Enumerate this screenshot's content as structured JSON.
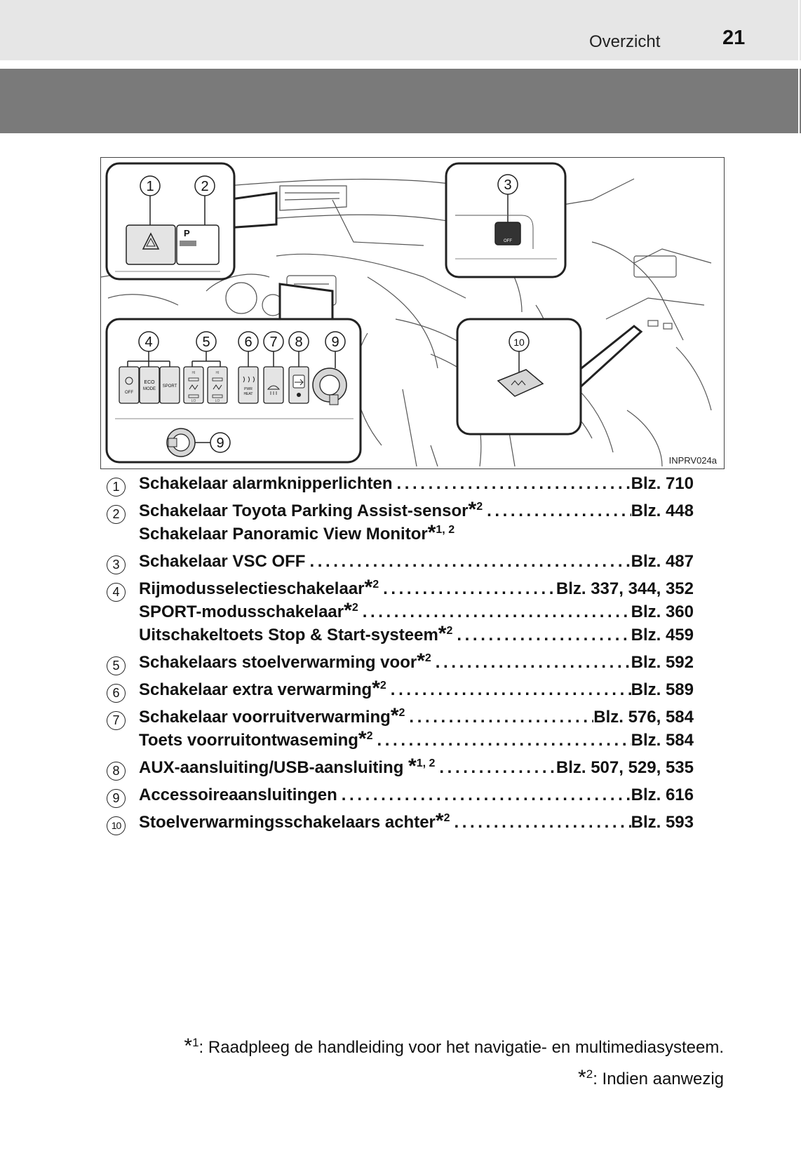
{
  "header": {
    "section_title": "Overzicht",
    "page_number": "21"
  },
  "figure": {
    "image_id_label": "INPRV024a",
    "callout_numbers": [
      "1",
      "2",
      "3",
      "4",
      "5",
      "6",
      "7",
      "8",
      "9",
      "10"
    ],
    "button_labels": {
      "parking": "P",
      "vsc": "OFF",
      "drive_off": "OFF",
      "eco_line1": "ECO",
      "eco_line2": "MODE",
      "sport": "SPORT",
      "hi": "HI",
      "lo": "LO",
      "pwr_heat_line1": "PWR",
      "pwr_heat_line2": "HEAT"
    }
  },
  "entries": [
    {
      "num": "1",
      "lines": [
        {
          "text": "Schakelaar alarmknipperlichten",
          "sup": "",
          "page": "Blz. 710"
        }
      ]
    },
    {
      "num": "2",
      "lines": [
        {
          "text": "Schakelaar Toyota Parking Assist-sensor",
          "sup": "2",
          "page": "Blz. 448"
        },
        {
          "text": "Schakelaar Panoramic View Monitor",
          "sup": "1, 2",
          "page": ""
        }
      ]
    },
    {
      "num": "3",
      "lines": [
        {
          "text": "Schakelaar VSC OFF",
          "sup": "",
          "page": "Blz. 487"
        }
      ]
    },
    {
      "num": "4",
      "lines": [
        {
          "text": "Rijmodusselectieschakelaar",
          "sup": "2",
          "page": "Blz. 337, 344, 352"
        },
        {
          "text": "SPORT-modusschakelaar",
          "sup": "2",
          "page": "Blz. 360"
        },
        {
          "text": "Uitschakeltoets Stop & Start-systeem",
          "sup": "2",
          "page": "Blz. 459"
        }
      ]
    },
    {
      "num": "5",
      "lines": [
        {
          "text": "Schakelaars stoelverwarming voor",
          "sup": "2",
          "page": "Blz. 592"
        }
      ]
    },
    {
      "num": "6",
      "lines": [
        {
          "text": "Schakelaar extra verwarming",
          "sup": "2",
          "page": "Blz. 589"
        }
      ]
    },
    {
      "num": "7",
      "lines": [
        {
          "text": "Schakelaar voorruitverwarming",
          "sup": "2",
          "page": "Blz. 576, 584"
        },
        {
          "text": "Toets voorruitontwaseming",
          "sup": "2",
          "page": "Blz. 584"
        }
      ]
    },
    {
      "num": "8",
      "lines": [
        {
          "text": "AUX-aansluiting/USB-aansluiting ",
          "sup": "1, 2",
          "page": "Blz. 507, 529, 535"
        }
      ]
    },
    {
      "num": "9",
      "lines": [
        {
          "text": "Accessoireaansluitingen",
          "sup": "",
          "page": "Blz. 616"
        }
      ]
    },
    {
      "num": "10",
      "lines": [
        {
          "text": "Stoelverwarmingsschakelaars achter",
          "sup": "2",
          "page": "Blz. 593"
        }
      ]
    }
  ],
  "footnotes": [
    {
      "mark": "*",
      "sup": "1",
      "text": ": Raadpleeg de handleiding voor het navigatie- en multimediasysteem."
    },
    {
      "mark": "*",
      "sup": "2",
      "text": ": Indien aanwezig"
    }
  ]
}
